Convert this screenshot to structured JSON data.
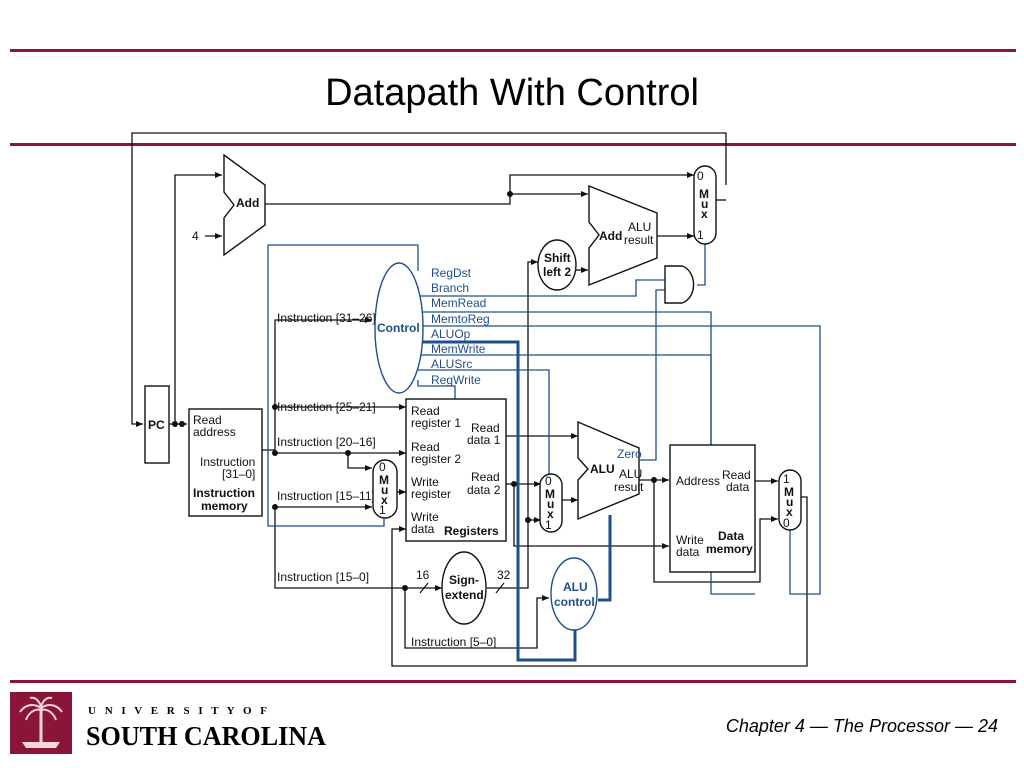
{
  "slide": {
    "title": "Datapath With Control",
    "footer": "Chapter 4 — The Processor — 24",
    "accent_color": "#8b1538",
    "control_color": "#1f4f8a",
    "logo": {
      "line1": "U N I V E R S I T Y   O F",
      "line2": "SOUTH CAROLINA",
      "icon": "palmetto-seal-icon"
    }
  },
  "diagram": {
    "pc": "PC",
    "add_top": "Add",
    "const_four": "4",
    "imem": {
      "read": "Read",
      "address": "address",
      "instr": "Instruction",
      "range": "[31–0]",
      "name1": "Instruction",
      "name2": "memory"
    },
    "fields": {
      "f31_26": "Instruction [31–26]",
      "f25_21": "Instruction [25–21]",
      "f20_16": "Instruction [20–16]",
      "f15_11": "Instruction [15–11]",
      "f15_0": "Instruction [15–0]",
      "f5_0": "Instruction [5–0]"
    },
    "control": {
      "name": "Control",
      "signals": [
        "RegDst",
        "Branch",
        "MemRead",
        "MemtoReg",
        "ALUOp",
        "MemWrite",
        "ALUSrc",
        "RegWrite"
      ]
    },
    "regs": {
      "rr1a": "Read",
      "rr1b": "register 1",
      "rr2a": "Read",
      "rr2b": "register 2",
      "wra": "Write",
      "wrb": "register",
      "wda": "Write",
      "wdb": "data",
      "rd1a": "Read",
      "rd1b": "data 1",
      "rd2a": "Read",
      "rd2b": "data 2",
      "name": "Registers"
    },
    "mux_letters": [
      "M",
      "u",
      "x"
    ],
    "mux_in": {
      "zero": "0",
      "one": "1"
    },
    "shift": {
      "l1": "Shift",
      "l2": "left 2"
    },
    "add_branch": {
      "name": "Add",
      "r1": "ALU",
      "r2": "result"
    },
    "sign": {
      "l1": "Sign-",
      "l2": "extend",
      "in": "16",
      "out": "32"
    },
    "alu_control": {
      "l1": "ALU",
      "l2": "control"
    },
    "alu": {
      "name": "ALU",
      "zero": "Zero",
      "r1": "ALU",
      "r2": "result"
    },
    "dmem": {
      "address": "Address",
      "rd1": "Read",
      "rd2": "data",
      "wd1": "Write",
      "wd2": "data",
      "n1": "Data",
      "n2": "memory"
    }
  }
}
